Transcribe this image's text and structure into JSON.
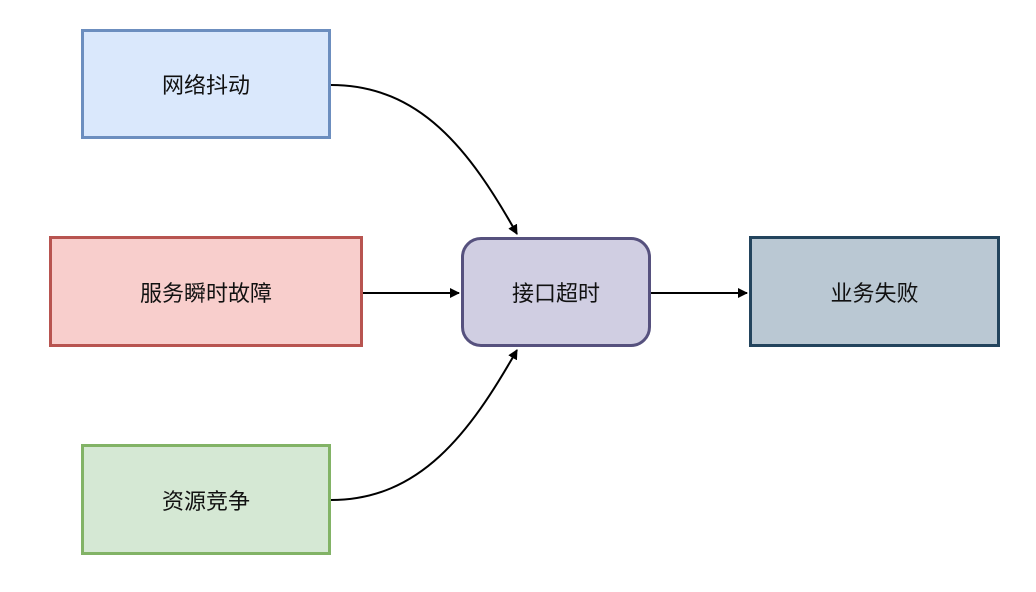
{
  "diagram": {
    "nodes": [
      {
        "id": "network",
        "label": "网络抖动",
        "fill": "#dae8fc",
        "stroke": "#6c8ebf"
      },
      {
        "id": "service",
        "label": "服务瞬时故障",
        "fill": "#f8cecc",
        "stroke": "#b85450"
      },
      {
        "id": "resource",
        "label": "资源竞争",
        "fill": "#d5e8d4",
        "stroke": "#82b366"
      },
      {
        "id": "timeout",
        "label": "接口超时",
        "fill": "#d0cee2",
        "stroke": "#56517e"
      },
      {
        "id": "business",
        "label": "业务失败",
        "fill": "#bac8d3",
        "stroke": "#23445d"
      }
    ],
    "edges": [
      {
        "from": "network",
        "to": "timeout"
      },
      {
        "from": "service",
        "to": "timeout"
      },
      {
        "from": "resource",
        "to": "timeout"
      },
      {
        "from": "timeout",
        "to": "business"
      }
    ],
    "edge_color": "#000000"
  }
}
